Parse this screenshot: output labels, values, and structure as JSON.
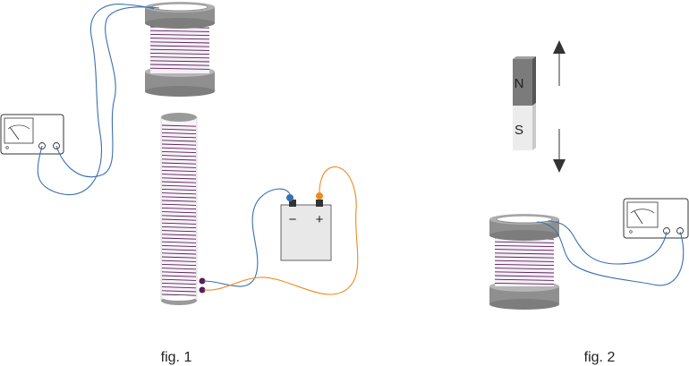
{
  "figure_labels": {
    "fig1": "fig. 1",
    "fig2": "fig. 2"
  },
  "battery": {
    "negative": "−",
    "positive": "+"
  },
  "magnet": {
    "north": "N",
    "south": "S"
  },
  "colors": {
    "wire_blue": "#3a6fb0",
    "wire_orange": "#f08a1c",
    "winding": "#5a1f5a",
    "coil_gray": "#9a9a9a",
    "magnet_north": "#7b7b7b",
    "magnet_south": "#e6e6e6",
    "battery_body": "#e8e8e8"
  },
  "icons": [
    "galvanometer-icon",
    "battery-icon",
    "bar-magnet-icon",
    "coil-icon",
    "arrow-up-icon",
    "arrow-down-icon"
  ]
}
